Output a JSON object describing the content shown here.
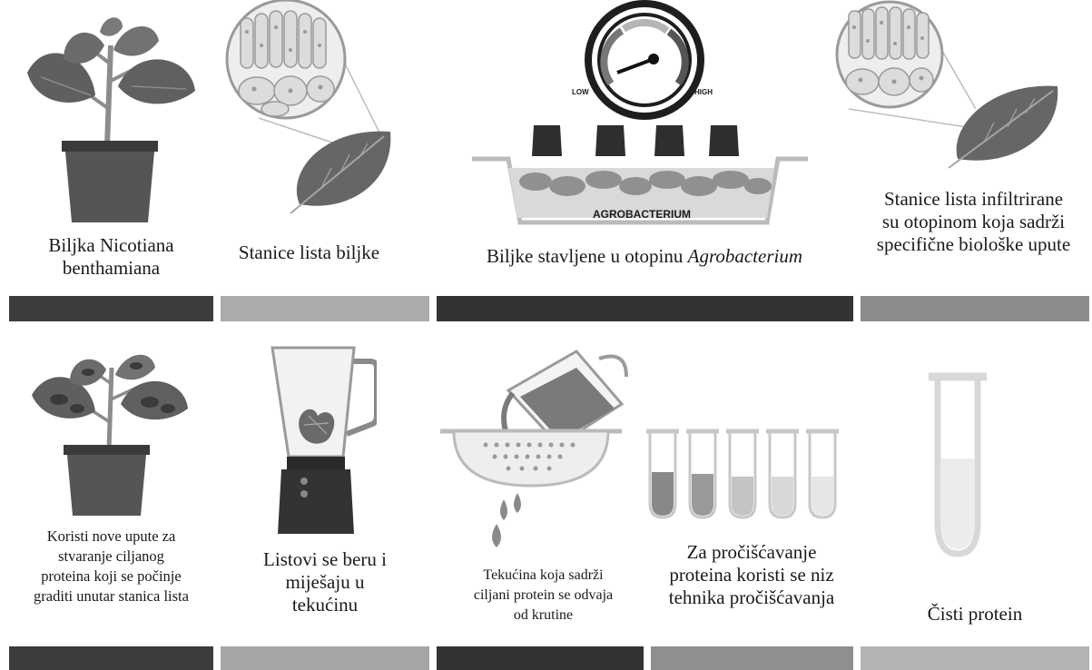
{
  "top_row": {
    "captions": [
      {
        "lines": [
          "Biljka Nicotiana",
          "benthamiana"
        ]
      },
      {
        "lines": [
          "Stanice lista biljke"
        ]
      },
      {
        "line_plain": "Biljke stavljene u otopinu ",
        "line_italic": "Agrobacterium"
      },
      {
        "lines": [
          "Stanice lista infiltrirane",
          "su otopinom koja sadrži",
          "specifične biološke upute"
        ]
      }
    ],
    "gauge": {
      "low_label": "LOW",
      "high_label": "HIGH"
    },
    "tank_label": "AGROBACTERIUM",
    "bar_colors": [
      "#3c3c3c",
      "#ababab",
      "#333333",
      "#8c8c8c"
    ]
  },
  "bottom_row": {
    "captions": [
      {
        "lines": [
          "Koristi nove upute za",
          "stvaranje ciljanog",
          "proteina koji se počinje",
          "graditi unutar stanica lista"
        ]
      },
      {
        "lines": [
          "Listovi se beru i",
          "miješaju u",
          "tekućinu"
        ]
      },
      {
        "lines": [
          "Tekućina koja sadrži",
          "ciljani protein se odvaja",
          "od krutine"
        ]
      },
      {
        "lines": [
          "Za pročišćavanje",
          "proteina koristi se niz",
          "tehnika pročišćavanja"
        ]
      },
      {
        "lines": [
          "Čisti protein"
        ]
      }
    ],
    "bar_colors": [
      "#3c3c3c",
      "#a6a6a6",
      "#333333",
      "#8f8f8f",
      "#b3b3b3"
    ]
  }
}
